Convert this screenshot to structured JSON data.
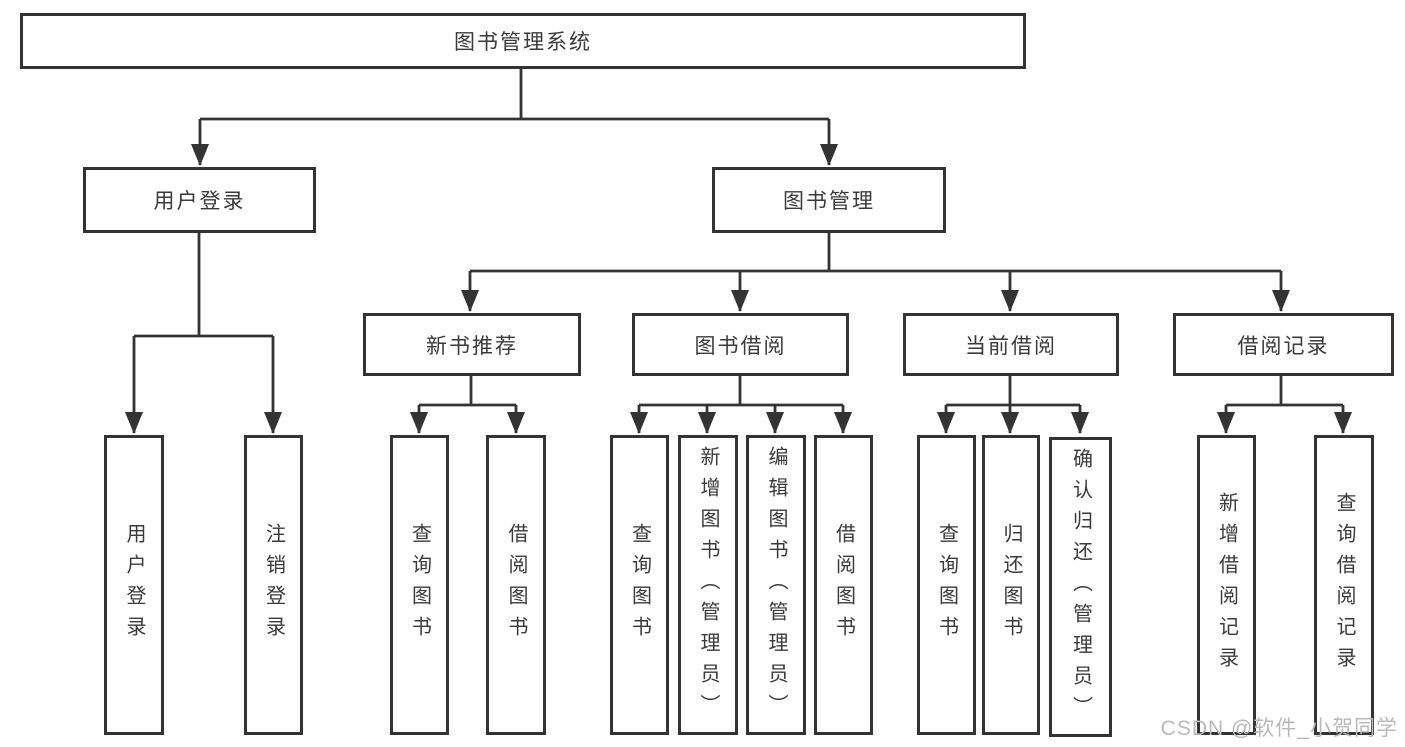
{
  "tree": {
    "root": {
      "label": "图书管理系统"
    },
    "branches": [
      {
        "label": "用户登录",
        "children": [
          {
            "label": "用户登录"
          },
          {
            "label": "注销登录"
          }
        ]
      },
      {
        "label": "图书管理",
        "children": [
          {
            "label": "新书推荐",
            "children": [
              {
                "label": "查询图书"
              },
              {
                "label": "借阅图书"
              }
            ]
          },
          {
            "label": "图书借阅",
            "children": [
              {
                "label": "查询图书"
              },
              {
                "label": "新增图书（管理员）"
              },
              {
                "label": "编辑图书（管理员）"
              },
              {
                "label": "借阅图书"
              }
            ]
          },
          {
            "label": "当前借阅",
            "children": [
              {
                "label": "查询图书"
              },
              {
                "label": "归还图书"
              },
              {
                "label": "确认归还（管理员）"
              }
            ]
          },
          {
            "label": "借阅记录",
            "children": [
              {
                "label": "新增借阅记录"
              },
              {
                "label": "查询借阅记录"
              }
            ]
          }
        ]
      }
    ]
  },
  "watermark": {
    "text": "CSDN @软件_小贺同学"
  },
  "colors": {
    "line": "#333333",
    "text": "#3a3a3a",
    "background": "#ffffff",
    "watermark": "#b9b9b9"
  }
}
